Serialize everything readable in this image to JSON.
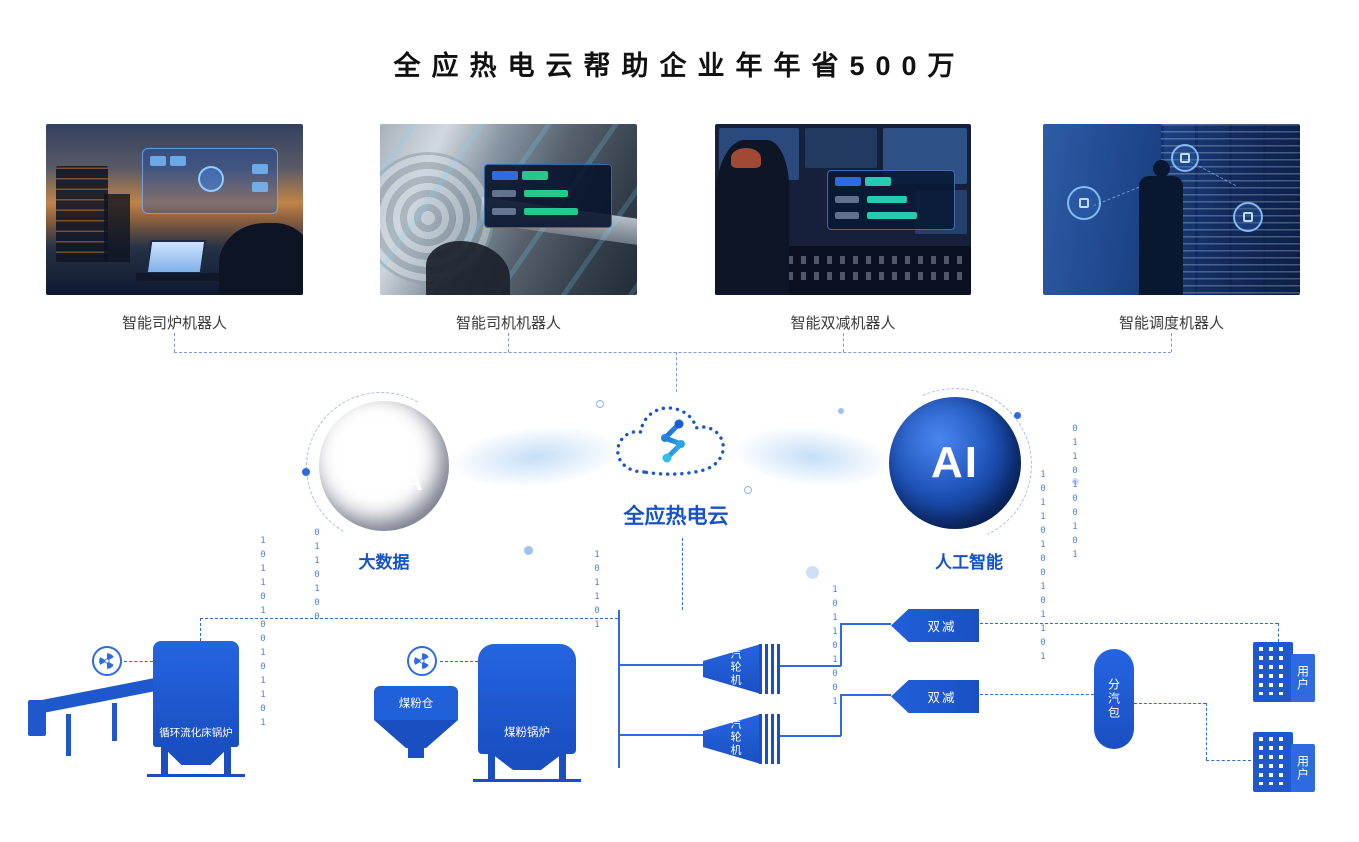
{
  "title": "全应热电云帮助企业年年省500万",
  "photos": [
    {
      "caption": "智能司炉机器人"
    },
    {
      "caption": "智能司机机器人"
    },
    {
      "caption": "智能双减机器人"
    },
    {
      "caption": "智能调度机器人"
    }
  ],
  "core": {
    "bigdata": {
      "word1": "BIG",
      "word2": "DATA",
      "caption": "大数据"
    },
    "cloud": {
      "caption": "全应热电云"
    },
    "ai": {
      "label": "AI",
      "caption": "人工智能"
    }
  },
  "plant": {
    "cfb_boiler": "循环流化床锅炉",
    "coal_bin": "煤粉仓",
    "pc_boiler": "煤粉锅炉",
    "turbine_1": "汽轮机",
    "turbine_2": "汽轮机",
    "reducer_1": "双减",
    "reducer_2": "双减",
    "steam_header": "分汽包",
    "user_1": "用户",
    "user_2": "用户"
  },
  "decor": {
    "binary_1": "10110100101101",
    "binary_2": "0110100",
    "binary_3": "101101",
    "binary_4": "101101001",
    "binary_5": "10110100101101",
    "binary_6": "0110100101"
  },
  "icons": {
    "cloud": "dotted-cloud-with-node-link",
    "radiation": "fan-blades-in-circle",
    "bigdata_sphere": "blue-globe",
    "ai_sphere": "blue-globe"
  },
  "colors": {
    "accent": "#1f58cc",
    "caption_blue": "#1652c8",
    "line_blue": "#2f6be0"
  }
}
